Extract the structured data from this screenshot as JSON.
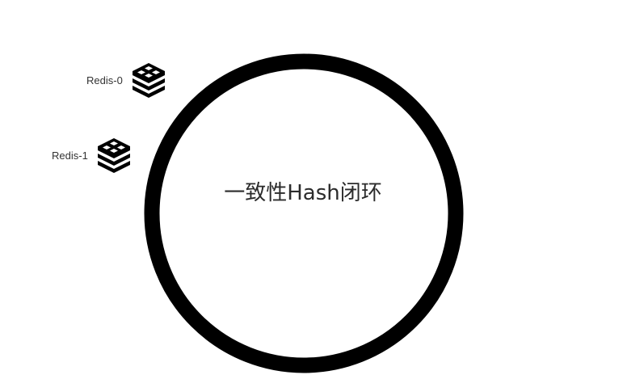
{
  "ring": {
    "label": "一致性Hash闭环",
    "color": "#000000"
  },
  "nodes": [
    {
      "label": "Redis-0",
      "icon": "redis-server-icon"
    },
    {
      "label": "Redis-1",
      "icon": "redis-server-icon"
    }
  ]
}
